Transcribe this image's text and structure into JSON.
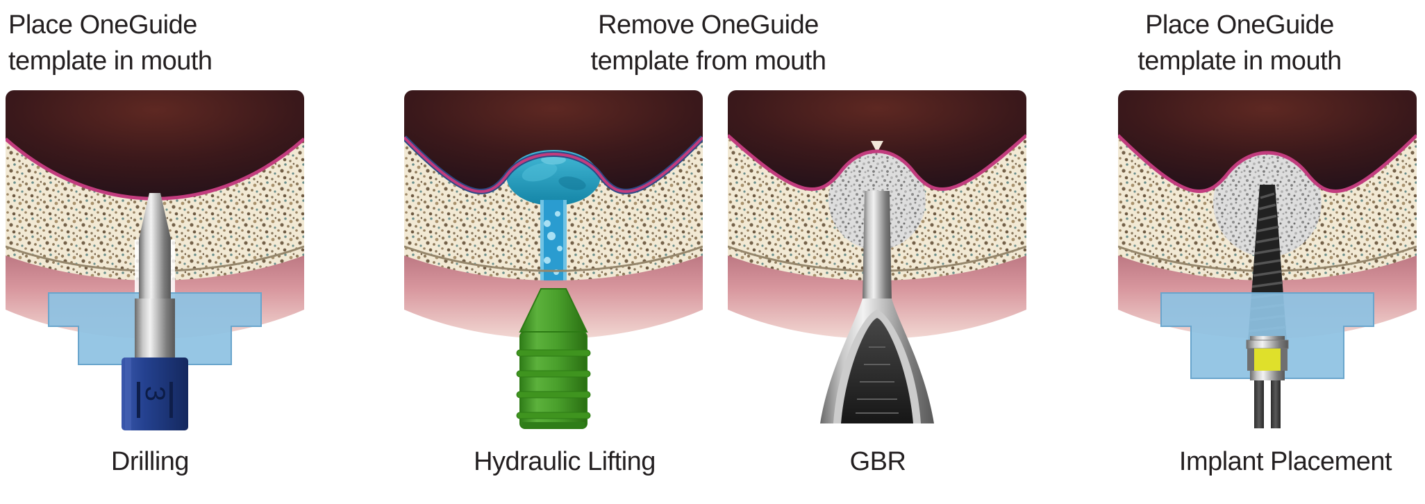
{
  "figure": {
    "headers": [
      {
        "line1": "Place OneGuide",
        "line2": "template in mouth"
      },
      {
        "line1": "Remove OneGuide",
        "line2": "template from mouth"
      },
      {
        "line1": "Place OneGuide",
        "line2": "template in mouth"
      }
    ],
    "panels": [
      {
        "label": "Drilling",
        "marking": "3"
      },
      {
        "label": "Hydraulic Lifting"
      },
      {
        "label": "GBR"
      },
      {
        "label": "Implant Placement"
      }
    ],
    "colors": {
      "text": "#231f20",
      "sinus_cavity": "#3a181b",
      "membrane_pink": "#c23c7e",
      "bone_cream": "#f2e9d4",
      "gum_rose": "#d8979e",
      "guide_blue": "#8ec2e2",
      "drill_stop_navy": "#24418f",
      "lifting_green": "#4aa02c",
      "fluid_teal": "#2a9cd0",
      "graft_gray": "#dddddd",
      "implant_dark": "#212121",
      "driver_yellow": "#dfe02b",
      "background": "#ffffff"
    }
  }
}
